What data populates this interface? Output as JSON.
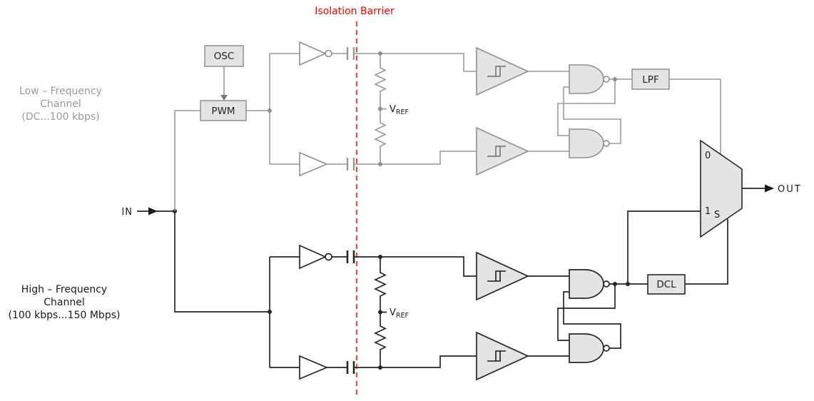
{
  "barrier": {
    "label": "Isolation Barrier"
  },
  "io": {
    "input": "IN",
    "output": "OUT"
  },
  "channels": {
    "low": {
      "line1": "Low – Frequency",
      "line2": "Channel",
      "line3": "(DC...100 kbps)"
    },
    "high": {
      "line1": "High – Frequency",
      "line2": "Channel",
      "line3": "(100 kbps...150 Mbps)"
    }
  },
  "blocks": {
    "osc": "OSC",
    "pwm": "PWM",
    "lpf": "LPF",
    "dcl": "DCL"
  },
  "mux": {
    "input0": "0",
    "input1": "1",
    "select": "S"
  },
  "vref": {
    "symbol": "V",
    "subscript": "REF"
  },
  "colors": {
    "barrier_red": "#ff0000",
    "low_channel_gray": "#9a9a9a",
    "high_channel_black": "#262626",
    "block_fill": "#e4e4e4",
    "background": "#ffffff"
  }
}
